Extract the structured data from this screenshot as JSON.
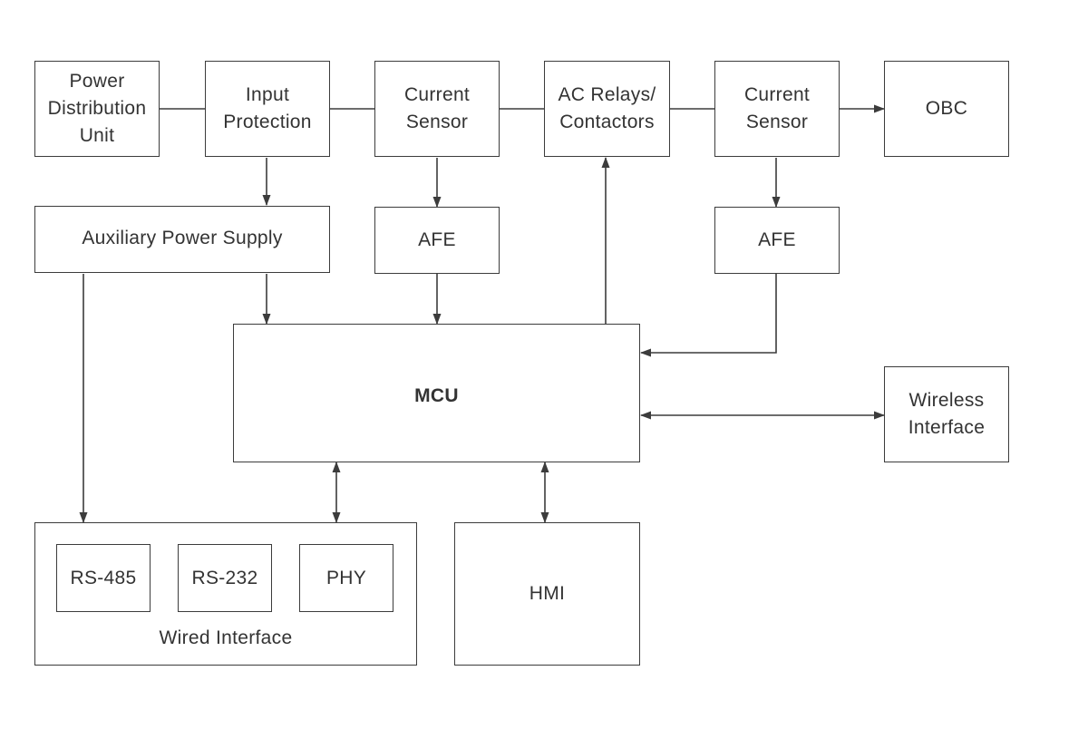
{
  "blocks": {
    "pdu": "Power\nDistribution\nUnit",
    "input_protection": "Input\nProtection",
    "current_sensor_1": "Current\nSensor",
    "ac_relays": "AC Relays/\nContactors",
    "current_sensor_2": "Current\nSensor",
    "obc": "OBC",
    "aux_power": "Auxiliary Power Supply",
    "afe_1": "AFE",
    "afe_2": "AFE",
    "mcu": "MCU",
    "wireless": "Wireless\nInterface",
    "rs485": "RS-485",
    "rs232": "RS-232",
    "phy": "PHY",
    "hmi": "HMI"
  },
  "wired_interface": {
    "label": "Wired Interface"
  },
  "colors": {
    "line": "#3c3c3c",
    "text": "#333333",
    "background": "#ffffff"
  }
}
